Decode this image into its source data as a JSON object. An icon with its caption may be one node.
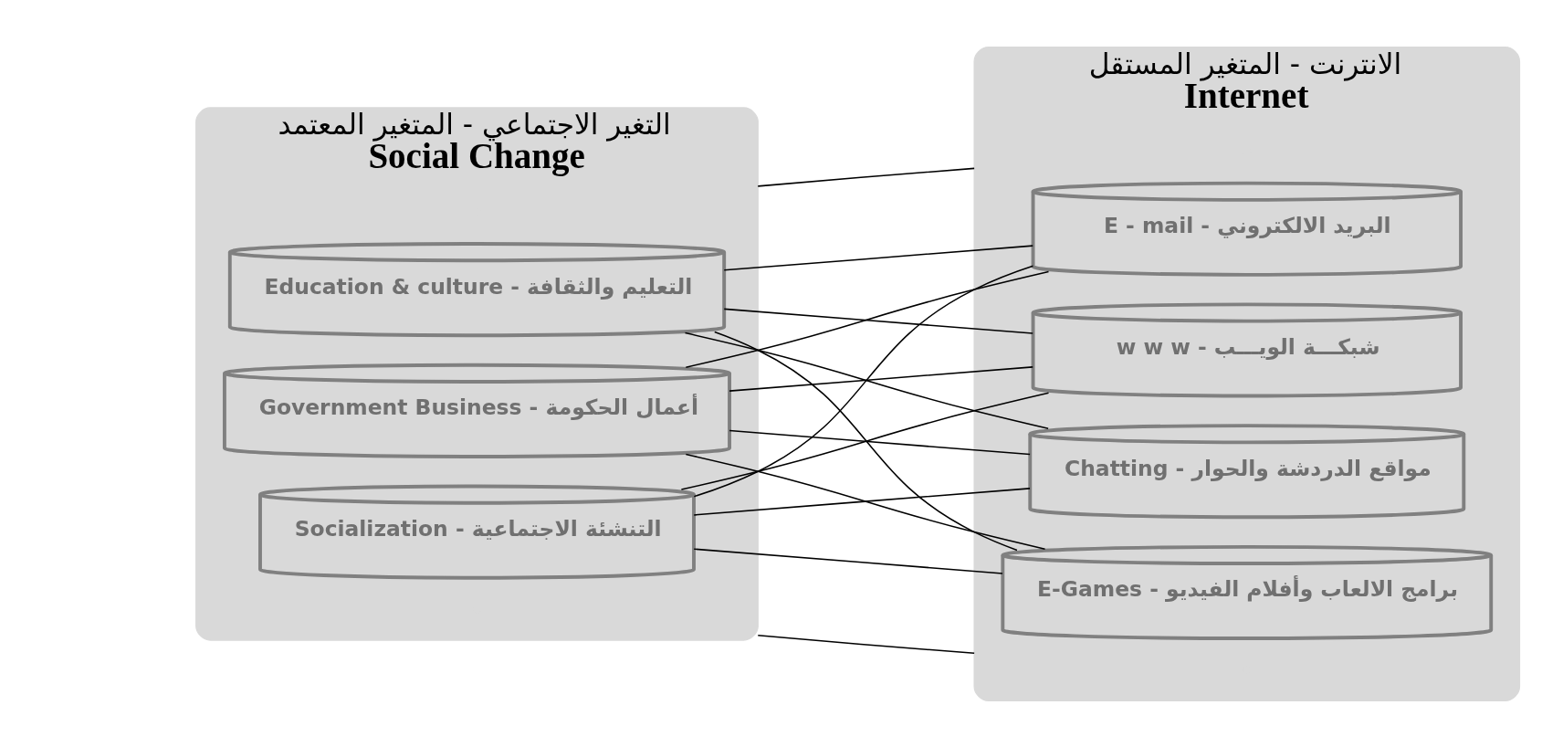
{
  "diagram": {
    "nodes": [
      {
        "text": [
          "التغير الاجتماعي - المتغير المعتمد",
          "Social Change"
        ]
      },
      {
        "text": [
          "Socialization - التنشئة الاجتماعية"
        ],
        "in": 0
      },
      {
        "text": [
          "Education & culture - التعليم والثقافة"
        ],
        "in": 0
      },
      {
        "text": [
          "Government Business - أعمال الحكومة"
        ],
        "in": 0
      },
      {
        "text": [
          "الانترنت - المتغير المستقل",
          "Internet"
        ]
      },
      {
        "text": [
          "E - mail - البريد الالكتروني"
        ],
        "in": 4
      },
      {
        "text": [
          "w w w - شبكـــة الويـــب"
        ],
        "in": 4
      },
      {
        "text": [
          "Chatting - مواقع الدردشة والحوار"
        ],
        "in": 4
      },
      {
        "text": [
          "E-Games - برامج الالعاب وأفلام الفيديو"
        ],
        "in": 4
      }
    ],
    "edges": [
      {
        "from": 0,
        "to": 4,
        "arrow": "none"
      },
      {
        "from": 1,
        "to": 5,
        "arrow": "none"
      },
      {
        "from": 1,
        "to": 6,
        "arrow": "none"
      },
      {
        "from": 1,
        "to": 7,
        "arrow": "none"
      },
      {
        "from": 1,
        "to": 8,
        "arrow": "none"
      },
      {
        "from": 2,
        "to": 5,
        "arrow": "none"
      },
      {
        "from": 2,
        "to": 6,
        "arrow": "none"
      },
      {
        "from": 2,
        "to": 7,
        "arrow": "none"
      },
      {
        "from": 2,
        "to": 8,
        "arrow": "none"
      },
      {
        "from": 3,
        "to": 5,
        "arrow": "none"
      },
      {
        "from": 3,
        "to": 6,
        "arrow": "none"
      },
      {
        "from": 3,
        "to": 7,
        "arrow": "none"
      },
      {
        "from": 3,
        "to": 8,
        "arrow": "none"
      },
      {
        "from": 0,
        "to": 4,
        "arrow": "none"
      }
    ]
  }
}
